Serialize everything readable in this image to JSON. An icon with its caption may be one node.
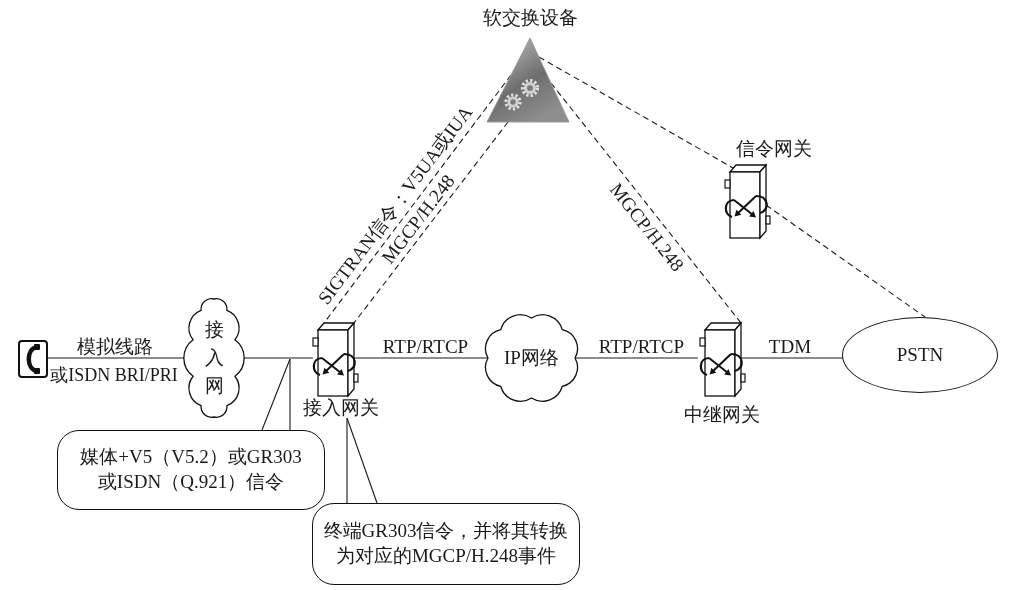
{
  "diagram": {
    "nodes": [
      {
        "text": [
          "软交换设备"
        ]
      },
      {
        "text": [
          "信令网关"
        ]
      },
      {
        "text": [],
        "shape": "picture"
      },
      {
        "text": [
          "接入网"
        ]
      },
      {
        "text": [
          "接入网关"
        ]
      },
      {
        "text": [
          "IP网络"
        ]
      },
      {
        "text": [
          "中继网关"
        ]
      },
      {
        "text": [
          "PSTN"
        ]
      },
      {
        "text": [
          "媒体+V5（V5.2）或GR303或ISDN（Q.921）信令"
        ]
      },
      {
        "text": [
          "终端GR303信令，并将其转换为对应的MGCP/H.248事件"
        ]
      }
    ],
    "edges": [
      {
        "from": 2,
        "to": 3,
        "arrow": "none",
        "label": "模拟线路"
      },
      {
        "from": 3,
        "to": 4,
        "arrow": "none"
      },
      {
        "from": 4,
        "to": 5,
        "arrow": "none",
        "label": "RTP/RTCP"
      },
      {
        "from": 5,
        "to": 6,
        "arrow": "none",
        "label": "RTP/RTCP"
      },
      {
        "from": 6,
        "to": 7,
        "arrow": "none",
        "label": "TDM"
      },
      {
        "from": 0,
        "to": 4,
        "arrow": "none",
        "label": "SIGTRAN信令：V5UA或IUA",
        "style": "dashed"
      },
      {
        "from": 0,
        "to": 4,
        "arrow": "none",
        "label": "MGCP/H.248",
        "style": "dashed"
      },
      {
        "from": 0,
        "to": 6,
        "arrow": "none",
        "label": "MGCP/H.248",
        "style": "dashed"
      },
      {
        "from": 0,
        "to": 1,
        "arrow": "none",
        "style": "dashed"
      },
      {
        "from": 1,
        "to": 7,
        "arrow": "none",
        "style": "dashed"
      },
      {
        "from": 8,
        "to": null,
        "arrow": "none"
      },
      {
        "from": 9,
        "to": 4,
        "arrow": "none"
      }
    ],
    "labels": [
      "或ISDN BRI/PRI"
    ]
  }
}
